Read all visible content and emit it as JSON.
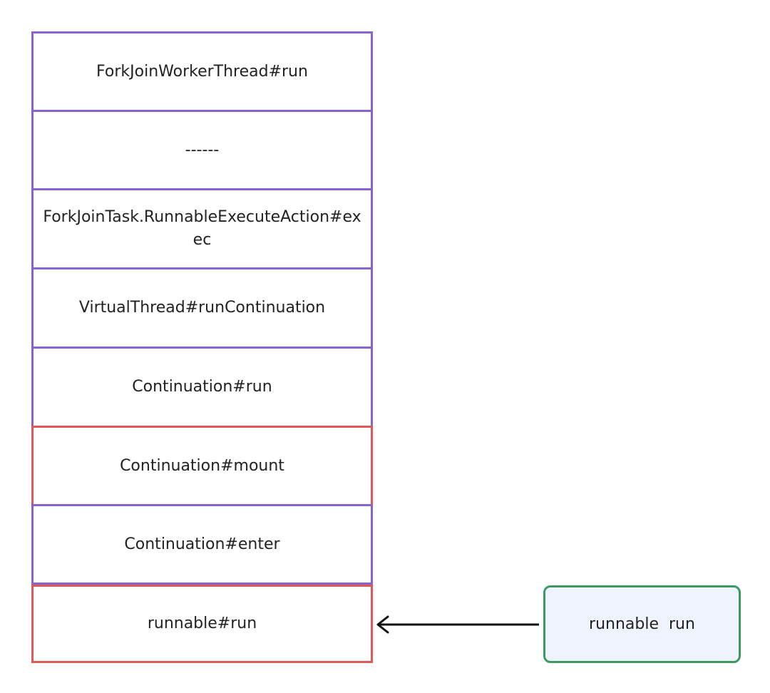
{
  "stack": {
    "frames": [
      {
        "label": "ForkJoinWorkerThread#run",
        "highlight": false
      },
      {
        "label": "------",
        "highlight": false
      },
      {
        "label": "ForkJoinTask.RunnableExecuteAction#exec",
        "highlight": false
      },
      {
        "label": "VirtualThread#runContinuation",
        "highlight": false
      },
      {
        "label": "Continuation#run",
        "highlight": false
      },
      {
        "label": "Continuation#mount",
        "highlight": true
      },
      {
        "label": "Continuation#enter",
        "highlight": false
      },
      {
        "label": "runnable#run",
        "highlight": true
      }
    ]
  },
  "callout": {
    "label": "runnable  run"
  },
  "colors": {
    "frame_border": "#8a63d2",
    "highlight_border": "#e05858",
    "callout_border": "#3c9a5f",
    "callout_fill": "#eef3fd",
    "arrow": "#111111"
  }
}
